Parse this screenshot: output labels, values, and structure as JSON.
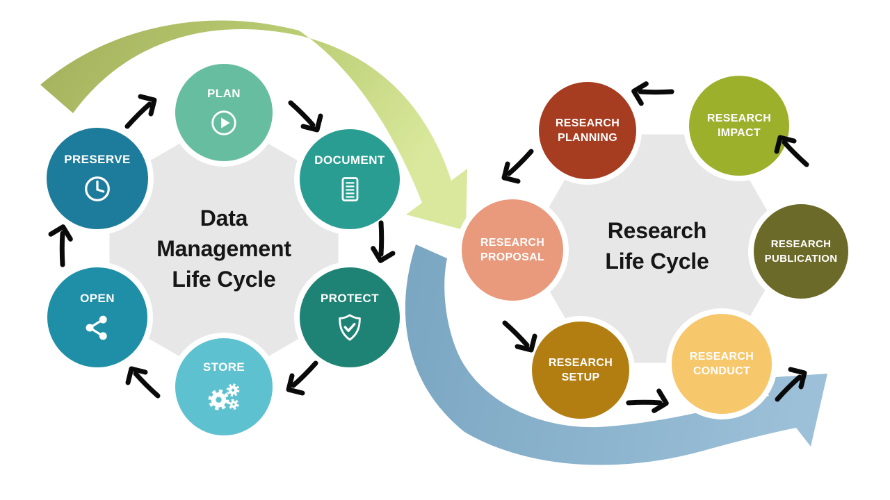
{
  "theme": {
    "canvas": "#FFFFFF",
    "platform_gray": "#E7E7E7",
    "arrow_black": "#0A0A0A",
    "title_text": "#161616",
    "node_text": "#FFFFFF"
  },
  "left_cycle": {
    "title_lines": [
      "Data",
      "Management",
      "Life Cycle"
    ],
    "nodes": [
      {
        "label": "PLAN",
        "color": "#66BD9F",
        "icon": "play-icon"
      },
      {
        "label": "DOCUMENT",
        "color": "#2A9D92",
        "icon": "document-icon"
      },
      {
        "label": "PROTECT",
        "color": "#1E8374",
        "icon": "shield-check-icon"
      },
      {
        "label": "STORE",
        "color": "#5EC1CF",
        "icon": "gears-icon"
      },
      {
        "label": "OPEN",
        "color": "#1E8FA7",
        "icon": "share-icon"
      },
      {
        "label": "PRESERVE",
        "color": "#1D7C9B",
        "icon": "clock-icon"
      }
    ]
  },
  "right_cycle": {
    "title_lines": [
      "Research",
      "Life Cycle"
    ],
    "nodes": [
      {
        "label_lines": [
          "RESEARCH",
          "PLANNING"
        ],
        "color": "#A63C20"
      },
      {
        "label_lines": [
          "RESEARCH",
          "IMPACT"
        ],
        "color": "#9CB02C"
      },
      {
        "label_lines": [
          "RESEARCH",
          "PUBLICATION"
        ],
        "color": "#6C6A28"
      },
      {
        "label_lines": [
          "RESEARCH",
          "CONDUCT"
        ],
        "color": "#F7C76C"
      },
      {
        "label_lines": [
          "RESEARCH",
          "SETUP"
        ],
        "color": "#B27D11"
      },
      {
        "label_lines": [
          "RESEARCH",
          "PROPOSAL"
        ],
        "color": "#E9997C"
      }
    ]
  },
  "connectors": {
    "green_ribbon": {
      "start_color": "#A3AF5B",
      "mid_color": "#B9CC72",
      "end_color": "#D9E89C"
    },
    "blue_ribbon": {
      "start_color": "#7AA6C2",
      "end_color": "#9CC0D8"
    }
  }
}
